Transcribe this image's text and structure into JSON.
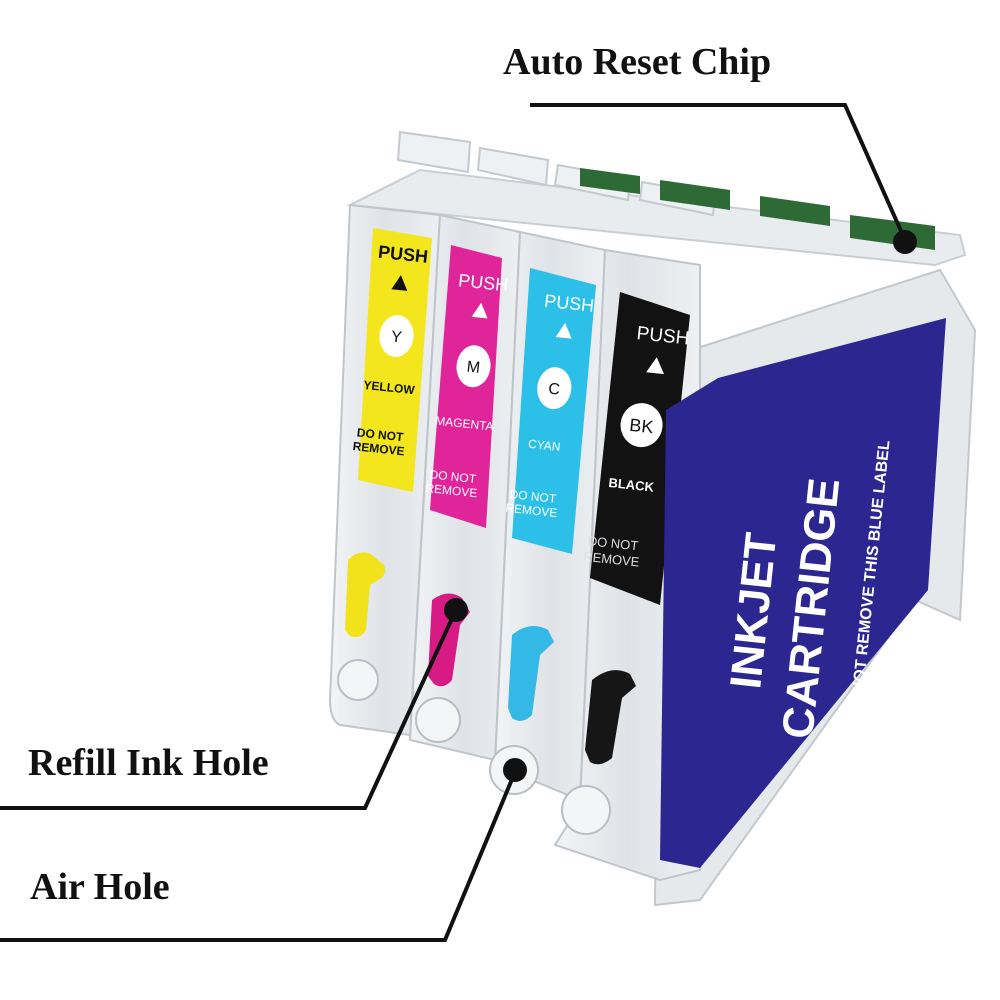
{
  "callouts": {
    "auto_reset_chip": "Auto Reset Chip",
    "refill_ink_hole": "Refill Ink Hole",
    "air_hole": "Air Hole"
  },
  "cartridges": [
    {
      "push": "PUSH",
      "code": "Y",
      "color_name": "YELLOW",
      "warning_line1": "DO NOT",
      "warning_line2": "REMOVE",
      "label_color": "#f3e61c",
      "plug_color": "#f2e21c"
    },
    {
      "push": "PUSH",
      "code": "M",
      "color_name": "MAGENTA",
      "warning_line1": "DO NOT",
      "warning_line2": "REMOVE",
      "label_color": "#e0249a",
      "plug_color": "#d81a84"
    },
    {
      "push": "PUSH",
      "code": "C",
      "color_name": "CYAN",
      "warning_line1": "DO NOT",
      "warning_line2": "REMOVE",
      "label_color": "#2cc0e8",
      "plug_color": "#34b8e6"
    },
    {
      "push": "PUSH",
      "code": "BK",
      "color_name": "BLACK",
      "warning_line1": "DO NOT",
      "warning_line2": "REMOVE",
      "label_color": "#121212",
      "plug_color": "#161616"
    }
  ],
  "side_label": {
    "line1": "INKJET",
    "line2": "CARTRIDGE",
    "note": "DO NOT REMOVE THIS BLUE LABEL",
    "color": "#2c2690"
  },
  "colors": {
    "shell": "#e4e8ec",
    "chip": "#2e6a36",
    "leader": "#111111"
  }
}
